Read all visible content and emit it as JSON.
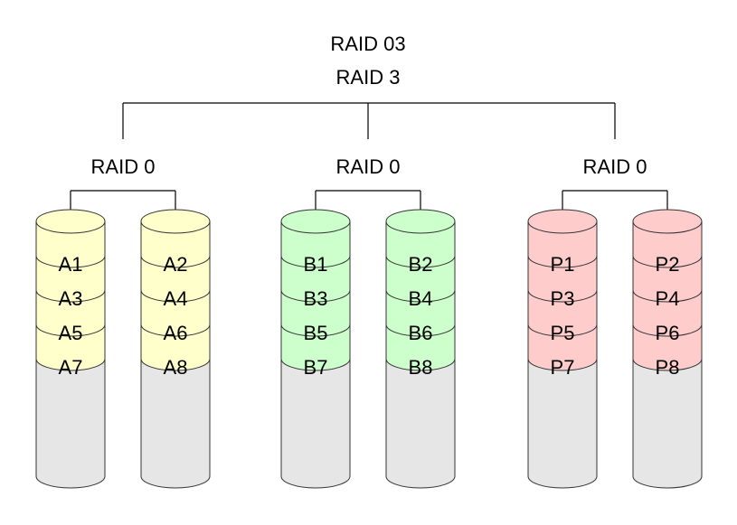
{
  "title_top": "RAID 03",
  "title_mid": "RAID 3",
  "groups": [
    {
      "label": "RAID 0",
      "color": "#ffffcc",
      "disks": [
        {
          "blocks": [
            "A1",
            "A3",
            "A5",
            "A7"
          ]
        },
        {
          "blocks": [
            "A2",
            "A4",
            "A6",
            "A8"
          ]
        }
      ]
    },
    {
      "label": "RAID 0",
      "color": "#ccffcc",
      "disks": [
        {
          "blocks": [
            "B1",
            "B3",
            "B5",
            "B7"
          ]
        },
        {
          "blocks": [
            "B2",
            "B4",
            "B6",
            "B8"
          ]
        }
      ]
    },
    {
      "label": "RAID 0",
      "color": "#ffcccc",
      "disks": [
        {
          "blocks": [
            "P1",
            "P3",
            "P5",
            "P7"
          ]
        },
        {
          "blocks": [
            "P2",
            "P4",
            "P6",
            "P8"
          ]
        }
      ]
    }
  ],
  "empty_color": "#e6e6e6"
}
